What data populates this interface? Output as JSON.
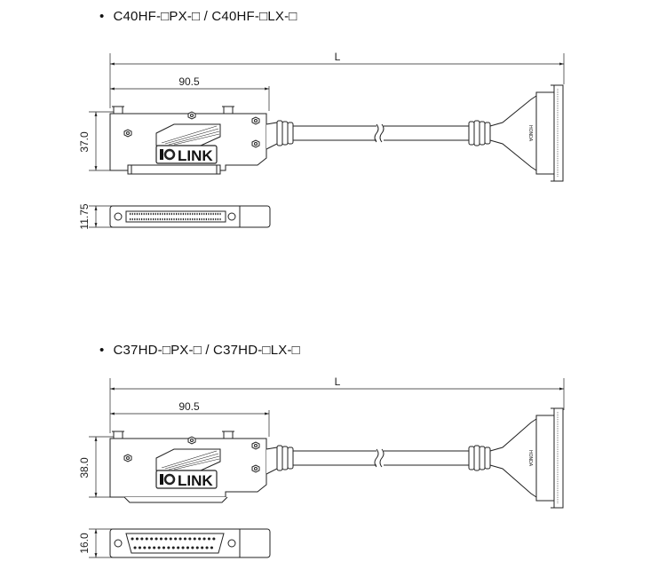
{
  "sections": [
    {
      "bullet": "•",
      "title": "C40HF-□PX-□ / C40HF-□LX-□",
      "dim_length": "L",
      "dim_width": "90.5",
      "dim_height": "37.0",
      "dim_depth": "11.75",
      "logo_text": "LINK",
      "plug_label": "HONDA"
    },
    {
      "bullet": "•",
      "title": "C37HD-□PX-□ / C37HD-□LX-□",
      "dim_length": "L",
      "dim_width": "90.5",
      "dim_height": "38.0",
      "dim_depth": "16.0",
      "logo_text": "LINK",
      "plug_label": "HONDA"
    }
  ]
}
